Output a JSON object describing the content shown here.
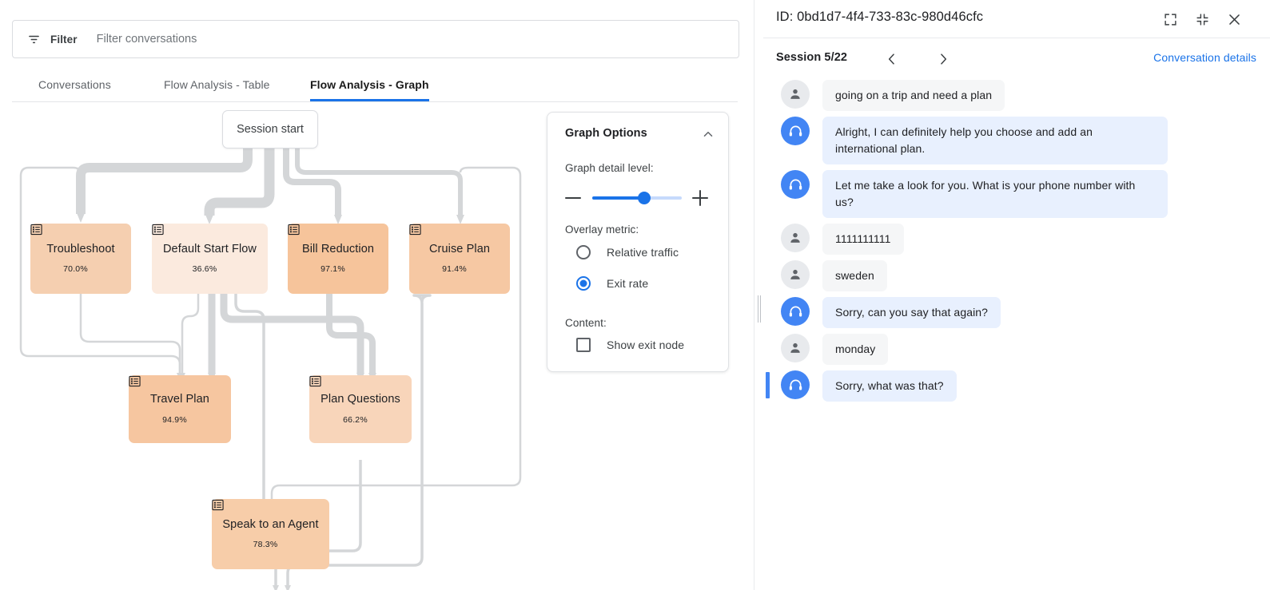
{
  "left": {
    "filter": {
      "icon": "filter-icon",
      "label": "Filter",
      "placeholder": "Filter conversations",
      "value": ""
    },
    "tabs": [
      {
        "label": "Conversations",
        "active": false
      },
      {
        "label": "Flow Analysis - Table",
        "active": false
      },
      {
        "label": "Flow Analysis - Graph",
        "active": true
      }
    ]
  },
  "graph": {
    "start_node_label": "Session start",
    "node_detail_icon": "list-view-icon",
    "nodes": [
      {
        "id": "troubleshoot",
        "label": "Troubleshoot",
        "metric": "70.0%",
        "color": "#f5cfb0"
      },
      {
        "id": "default_start",
        "label": "Default Start Flow",
        "metric": "36.6%",
        "color": "#fbeade"
      },
      {
        "id": "bill_reduction",
        "label": "Bill Reduction",
        "metric": "97.1%",
        "color": "#f6c49b"
      },
      {
        "id": "cruise_plan",
        "label": "Cruise Plan",
        "metric": "91.4%",
        "color": "#f6c8a3"
      },
      {
        "id": "travel_plan",
        "label": "Travel Plan",
        "metric": "94.9%",
        "color": "#f6c6a0"
      },
      {
        "id": "plan_questions",
        "label": "Plan Questions",
        "metric": "66.2%",
        "color": "#f8d5ba"
      },
      {
        "id": "speak_agent",
        "label": "Speak to an Agent",
        "metric": "78.3%",
        "color": "#f7cda9"
      }
    ]
  },
  "options": {
    "title": "Graph Options",
    "collapse_icon": "chevron-up-icon",
    "detail_label": "Graph detail level:",
    "slider": {
      "min_icon": "minus-icon",
      "max_icon": "plus-icon",
      "value_percent": 58
    },
    "overlay_label": "Overlay metric:",
    "overlay_options": [
      {
        "label": "Relative traffic",
        "selected": false
      },
      {
        "label": "Exit rate",
        "selected": true
      }
    ],
    "content_label": "Content:",
    "checkbox": {
      "label": "Show exit node",
      "checked": false
    }
  },
  "right": {
    "conversation_id": "ID: 0bd1d7-4f4-733-83c-980d46cfc",
    "header_buttons": [
      {
        "name": "expand-icon"
      },
      {
        "name": "collapse-icon"
      },
      {
        "name": "close-icon"
      }
    ],
    "session_label": "Session 5/22",
    "prev_icon": "chevron-left-icon",
    "next_icon": "chevron-right-icon",
    "details_link": "Conversation details",
    "messages": [
      {
        "role": "user",
        "text": "going on a trip and need a plan",
        "selected": false
      },
      {
        "role": "agent",
        "text": "Alright, I can definitely help you choose and add an international plan.",
        "selected": false
      },
      {
        "role": "agent",
        "text": "Let me take a look for you. What is your phone number with us?",
        "selected": false
      },
      {
        "role": "user",
        "text": "1111111111",
        "selected": false
      },
      {
        "role": "user",
        "text": "sweden",
        "selected": false
      },
      {
        "role": "agent",
        "text": "Sorry, can you say that again?",
        "selected": false
      },
      {
        "role": "user",
        "text": "monday",
        "selected": false
      },
      {
        "role": "agent",
        "text": "Sorry, what was that?",
        "selected": true
      }
    ]
  },
  "colors": {
    "accent": "#1a73e8",
    "agent_avatar": "#4285f4",
    "agent_bubble": "#e8f0fe",
    "user_bubble": "#f5f6f7",
    "edge": "#d4d6d8"
  }
}
